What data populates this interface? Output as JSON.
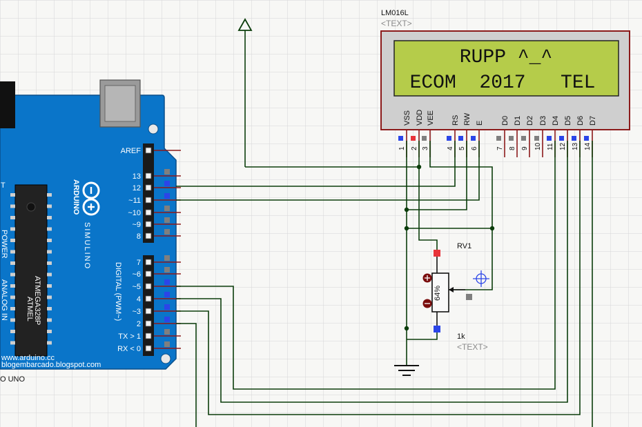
{
  "lcd": {
    "part": "LM016L",
    "text_placeholder": "<TEXT>",
    "line1": "RUPP ^_^",
    "line2": "ECOM  2017   TEL",
    "pins": [
      {
        "name": "VSS",
        "num": "1",
        "color": "blue"
      },
      {
        "name": "VDD",
        "num": "2",
        "color": "red"
      },
      {
        "name": "VEE",
        "num": "3",
        "color": "grey"
      },
      {
        "name": "RS",
        "num": "4",
        "color": "blue"
      },
      {
        "name": "RW",
        "num": "5",
        "color": "blue"
      },
      {
        "name": "E",
        "num": "6",
        "color": "blue"
      },
      {
        "name": "D0",
        "num": "7",
        "color": "grey"
      },
      {
        "name": "D1",
        "num": "8",
        "color": "grey"
      },
      {
        "name": "D2",
        "num": "9",
        "color": "grey"
      },
      {
        "name": "D3",
        "num": "10",
        "color": "grey"
      },
      {
        "name": "D4",
        "num": "11",
        "color": "blue"
      },
      {
        "name": "D5",
        "num": "12",
        "color": "blue"
      },
      {
        "name": "D6",
        "num": "13",
        "color": "blue"
      },
      {
        "name": "D7",
        "num": "14",
        "color": "blue"
      }
    ]
  },
  "arduino": {
    "brand": "ARDUINO",
    "logo_text": "SIMULINO",
    "chip_text": "ATMEL",
    "chip_part": "ATMEGA328P",
    "digital_label": "DIGITAL (PWM~)",
    "power_label": "POWER",
    "analog_label": "ANALOG IN",
    "side_letter": "T",
    "url1": "www.arduino.cc",
    "url2": "blogembarcado.blogspot.com",
    "caption": "O UNO",
    "top_pins": [
      "AREF",
      "13",
      "12",
      "~11",
      "~10",
      "~9",
      "8"
    ],
    "bottom_pins": [
      "7",
      "~6",
      "~5",
      "4",
      "~3",
      "2",
      "TX > 1",
      "RX < 0"
    ]
  },
  "pot": {
    "name": "RV1",
    "value": "1k",
    "text_placeholder": "<TEXT>",
    "percent": "64%"
  },
  "colors": {
    "background": "#f7f7f5",
    "grid": "#d6d6d6",
    "lcd_frame": "#8b1a1a",
    "lcd_body": "#cfcfcf",
    "lcd_screen": "#b5cc4a",
    "board": "#0a75c9",
    "wire": "#0b3d0b",
    "pin_blue": "#2b45e8",
    "pin_red": "#e8333a",
    "pin_grey": "#7f7f7f"
  }
}
